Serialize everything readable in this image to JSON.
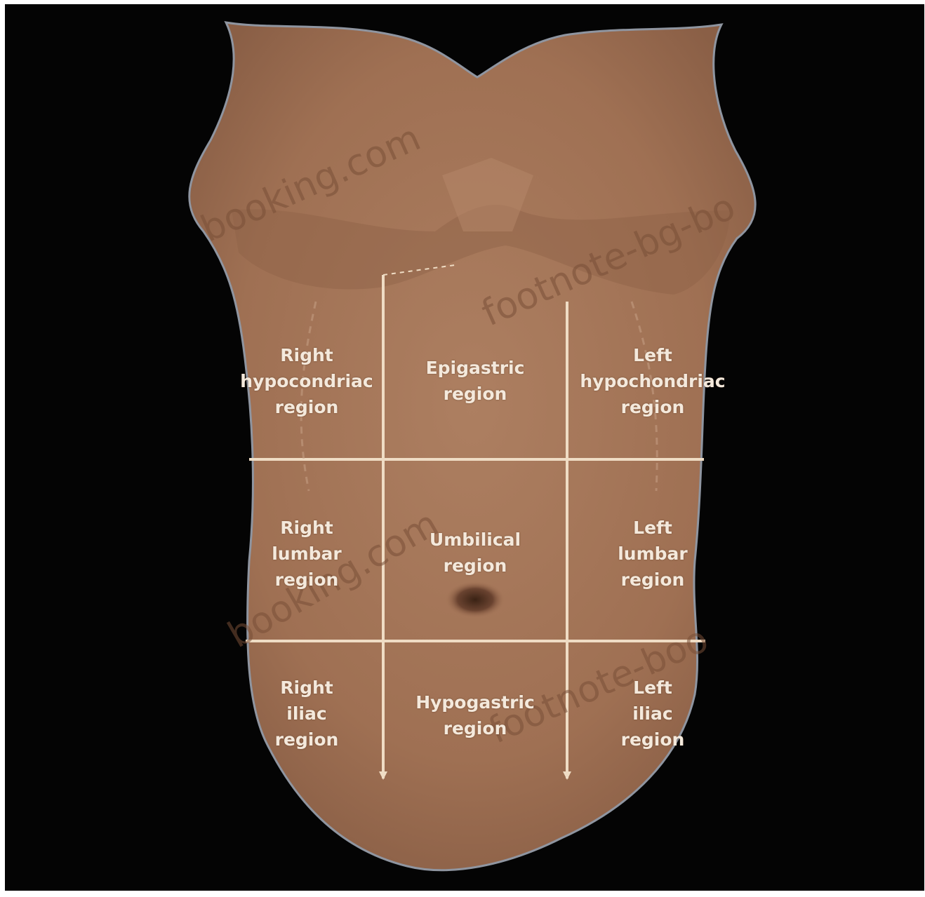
{
  "regions": [
    {
      "id": "right-hypochondriac",
      "lines": [
        "Right",
        "hypocondriac",
        "region"
      ]
    },
    {
      "id": "epigastric",
      "lines": [
        "Epigastric",
        "region"
      ]
    },
    {
      "id": "left-hypochondriac",
      "lines": [
        "Left",
        "hypochondriac",
        "region"
      ]
    },
    {
      "id": "right-lumbar",
      "lines": [
        "Right",
        "lumbar",
        "region"
      ]
    },
    {
      "id": "umbilical",
      "lines": [
        "Umbilical",
        "region"
      ]
    },
    {
      "id": "left-lumbar",
      "lines": [
        "Left",
        "lumbar",
        "region"
      ]
    },
    {
      "id": "right-iliac",
      "lines": [
        "Right",
        "iliac",
        "region"
      ]
    },
    {
      "id": "hypogastric",
      "lines": [
        "Hypogastric",
        "region"
      ]
    },
    {
      "id": "left-iliac",
      "lines": [
        "Left",
        "iliac",
        "region"
      ]
    }
  ],
  "watermarks": [
    "booking.com",
    "footnote-bg-bo",
    "booking.com",
    "footnote-boo"
  ],
  "colors": {
    "background": "#040404",
    "frame": "#ffffff",
    "skin": "#a8795c",
    "grid_lines": "#efdcc4",
    "label_text": "#f4e9dc"
  }
}
